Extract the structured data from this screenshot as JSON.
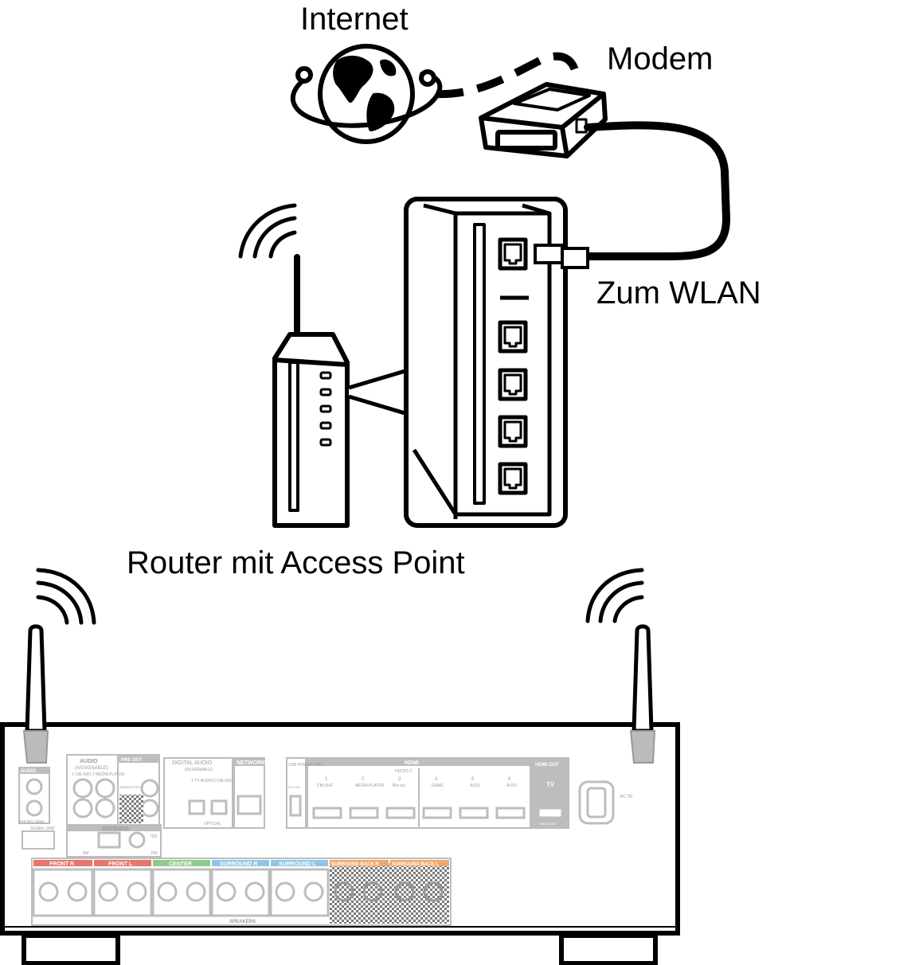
{
  "labels": {
    "internet": "Internet",
    "modem": "Modem",
    "zum_wlan": "Zum WLAN",
    "router": "Router mit Access Point"
  },
  "receiver": {
    "audio_in": "AUDIO",
    "in_badge": "IN",
    "cbl_sat_media": "1 CBL/SAT  2 MEDIA PLAYER",
    "phono": "PHONO (MM)",
    "signal_gnd": "SIGNAL GND",
    "assignable": "(ASSIGNABLE)",
    "pre_out": "PRE OUT",
    "subwoofer": "SUBWOOFER 1",
    "digital_audio": "DIGITAL AUDIO",
    "tv_audio": "1 TV AUDIO",
    "cbl_sat": "2 CBL/SAT",
    "optical": "OPTICAL",
    "network": "NETWORK",
    "usb": "USB POWER ONLY",
    "usb_rating": "5V/1.5A",
    "hdmi": "HDMI",
    "hdcp": "HDCP2.3",
    "hdmi_inputs": [
      "CBL/SAT",
      "MEDIA PLAYER",
      "Blu-ray",
      "GAME",
      "AUX1",
      "AUX2"
    ],
    "hdmi_numbers": [
      "1",
      "2",
      "3",
      "4",
      "5",
      "6"
    ],
    "hdmi_out": "HDMI OUT",
    "tv": "TV",
    "arc": "ARC eARC",
    "ac_in": "AC IN",
    "antenna": "ANTENNA",
    "am": "AM",
    "fm": "FM",
    "fm_ohm": "75Ω",
    "speakers": "SPEAKERS",
    "speaker_groups": [
      "FRONT R",
      "FRONT L",
      "CENTER",
      "SURROUND R",
      "SURROUND L",
      "SURROUND BACK R",
      "SURROUND BACK L"
    ]
  },
  "colors": {
    "front": "#e7766a",
    "center": "#8ecb8a",
    "surround": "#8fc6e8",
    "surround_back": "#f0a86a",
    "panel_grey": "#bdbdbd"
  },
  "icons": [
    "globe-icon",
    "modem-icon",
    "router-icon",
    "ethernet-port-icon",
    "ethernet-plug-icon",
    "wifi-signal-icon",
    "antenna-icon",
    "av-receiver-icon"
  ]
}
